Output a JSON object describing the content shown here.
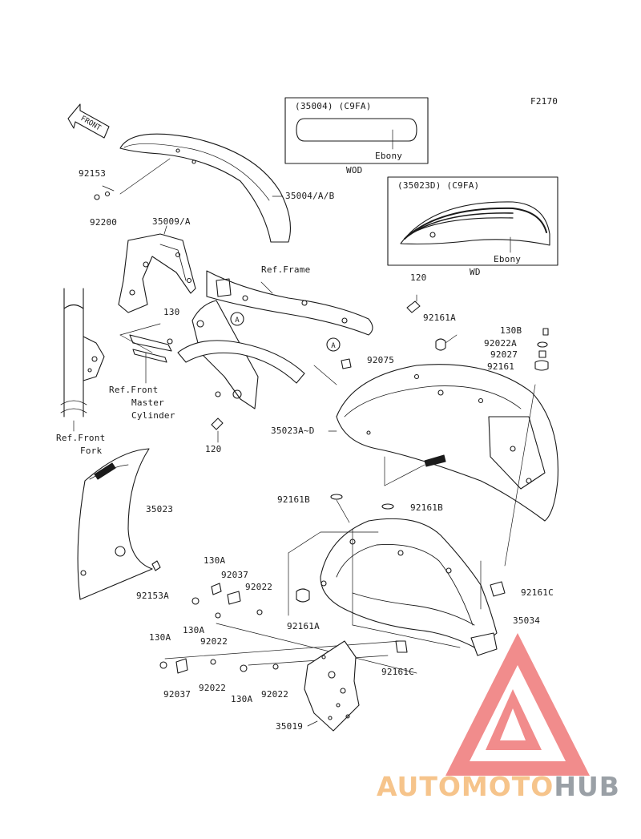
{
  "figure_code": "F2170",
  "front_arrow": "FRONT",
  "callouts": {
    "wod": "WOD",
    "wod_code": "(35004)  (C9FA)",
    "wod_color": "Ebony",
    "wd": "WD",
    "wd_code": "(35023D) (C9FA)",
    "wd_color": "Ebony"
  },
  "refs": {
    "frame": "Ref.Frame",
    "master_cyl_1": "Ref.Front",
    "master_cyl_2": "Master",
    "master_cyl_3": "Cylinder",
    "fork_1": "Ref.Front",
    "fork_2": "Fork",
    "point_a": "A"
  },
  "parts": {
    "p92153": "92153",
    "p92200": "92200",
    "p35004": "35004/A/B",
    "p35009": "35009/A",
    "p130": "130",
    "p120_top": "120",
    "p120_bot": "120",
    "p92161a_top": "92161A",
    "p130b": "130B",
    "p92022a": "92022A",
    "p92027": "92027",
    "p92161": "92161",
    "p92075": "92075",
    "p35023ad": "35023A~D",
    "p35023": "35023",
    "p92153a": "92153A",
    "p92161b_l": "92161B",
    "p92161b_r": "92161B",
    "p130a_1": "130A",
    "p92037_1": "92037",
    "p92022_1": "92022",
    "p130a_2": "130A",
    "p92022_2": "92022",
    "p92161a_bot": "92161A",
    "p92161c_r": "92161C",
    "p35034": "35034",
    "p130a_3": "130A",
    "p92037_2": "92037",
    "p92022_3": "92022",
    "p130a_4": "130A",
    "p92022_4": "92022",
    "p92161c_b": "92161C",
    "p35019": "35019"
  },
  "watermark": {
    "part1": "AUTOMOTO",
    "part2": "HUB",
    "color1": "#f6c48b",
    "color2": "#9aa0a6",
    "logo_color": "#f08080"
  }
}
